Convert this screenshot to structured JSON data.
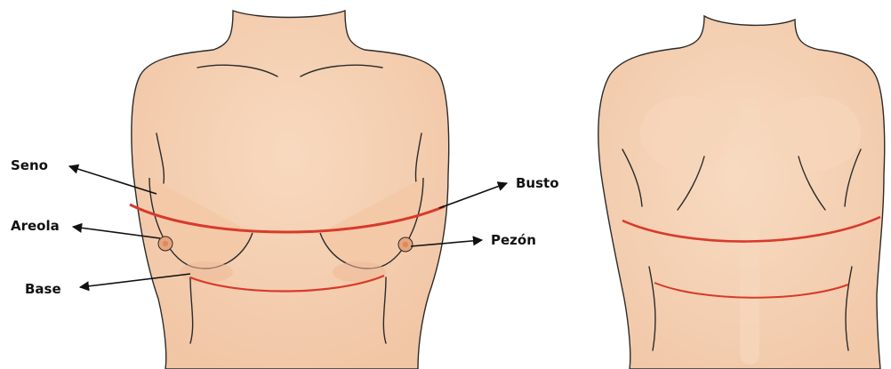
{
  "labels": {
    "seno": "Seno",
    "areola": "Areola",
    "base": "Base",
    "busto": "Busto",
    "pezon": "Pezón"
  },
  "colors": {
    "skin": "#f5cfb0",
    "skin_shadow": "#efbe9f",
    "outline": "#2b2b2b",
    "measure_line": "#d83a2a",
    "areola": "#e8a47c",
    "nipple": "#d98c62"
  }
}
